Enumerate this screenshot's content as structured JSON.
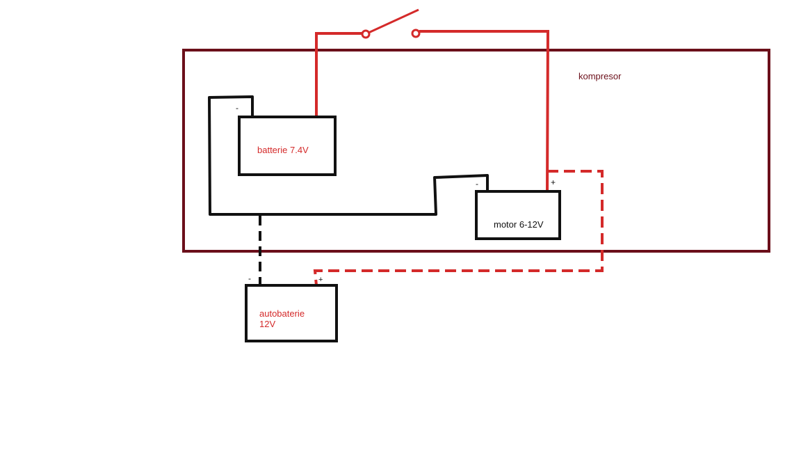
{
  "housing": {
    "label": "kompresor"
  },
  "battery_internal": {
    "label": "batterie 7.4V",
    "minus_sign": "-"
  },
  "motor": {
    "label": "motor 6-12V",
    "minus_sign": "-",
    "plus_sign": "+"
  },
  "car_battery": {
    "label_line1": "autobaterie",
    "label_line2": "12V",
    "minus_sign": "-",
    "plus_sign": "+"
  },
  "colors": {
    "housing": "#6b0f1a",
    "red_wire": "#d42a2a",
    "black_wire": "#111111",
    "label_red": "#d42a2a",
    "label_black": "#111111"
  }
}
